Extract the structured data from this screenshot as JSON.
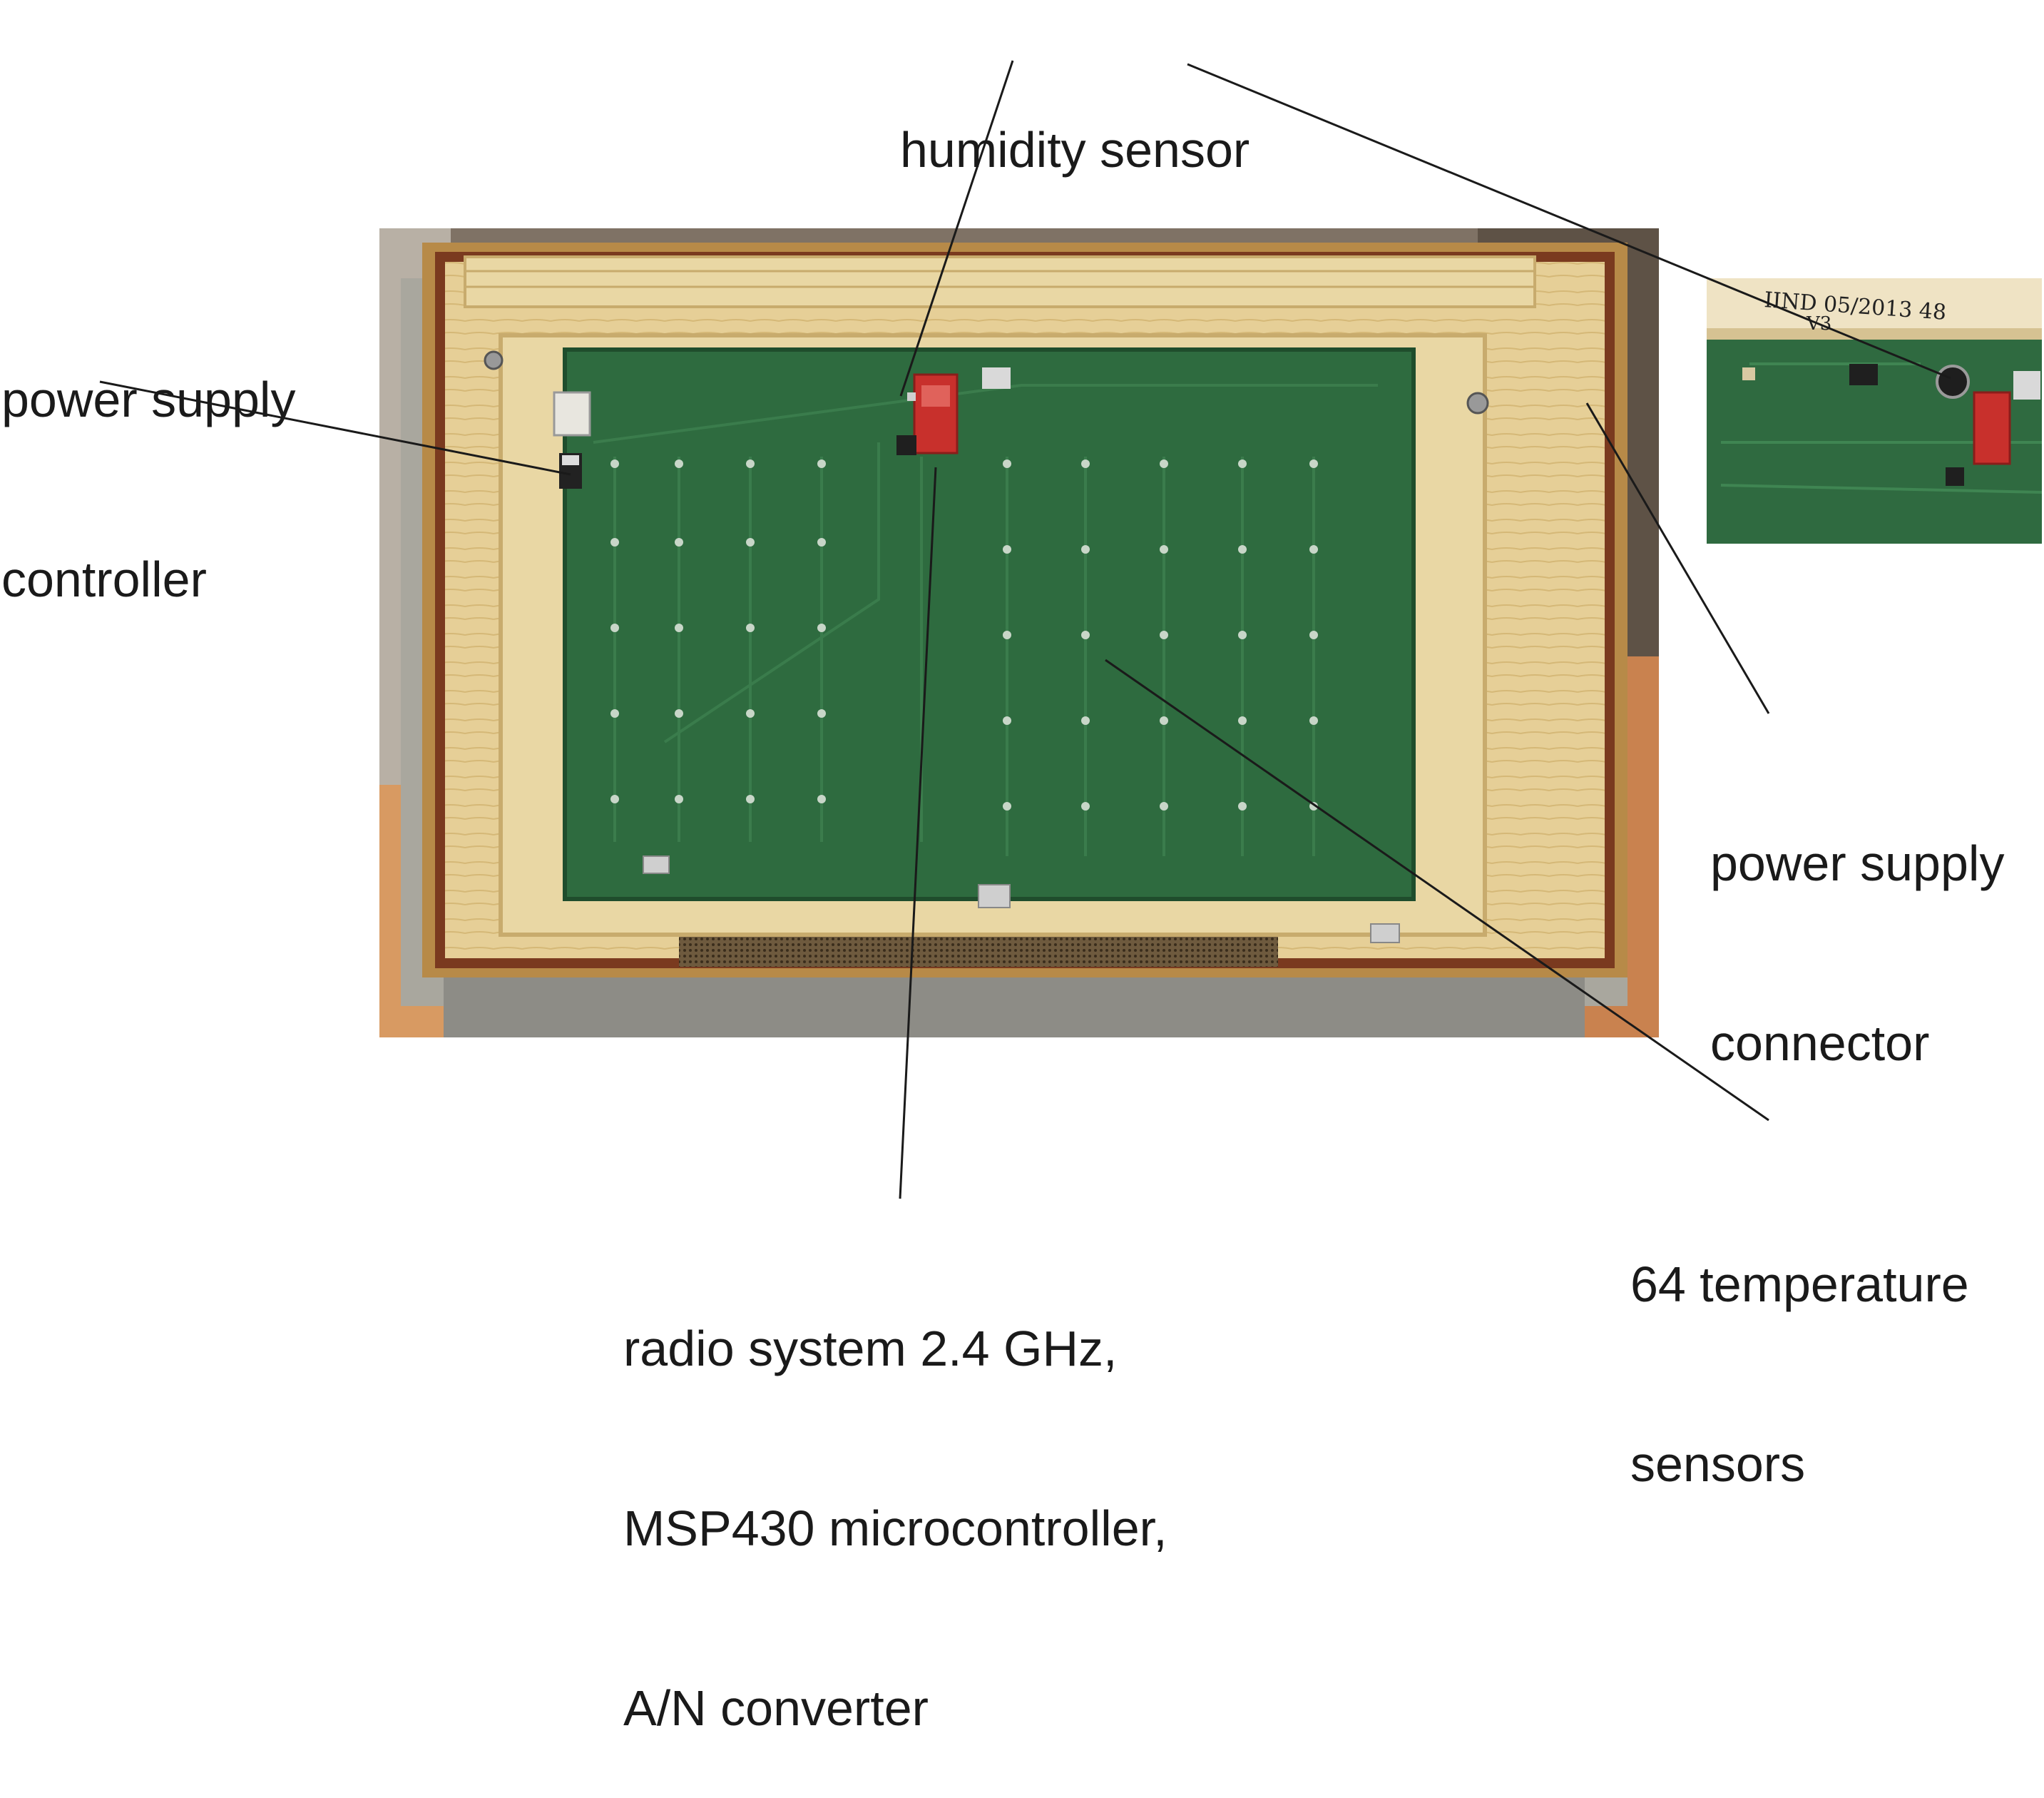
{
  "labels": {
    "humidity_sensor": "humidity sensor",
    "power_supply_controller": [
      "power supply",
      "controller"
    ],
    "power_supply_connector": [
      "power supply",
      "connector"
    ],
    "temperature_sensors": [
      "64 temperature",
      "sensors"
    ],
    "radio_system": [
      "radio system 2.4 GHz,",
      "MSP430 microcontroller,",
      "A/N converter"
    ]
  },
  "inset_handwriting": {
    "line1": "IIND 05/2013 48",
    "line2": "V3"
  },
  "colors": {
    "pcb_green": "#2e6b3f",
    "wood_light": "#e8d49f",
    "wood_dark": "#b78a48",
    "radio_board_red": "#c8302c",
    "leader_line": "#1a1a1a"
  }
}
